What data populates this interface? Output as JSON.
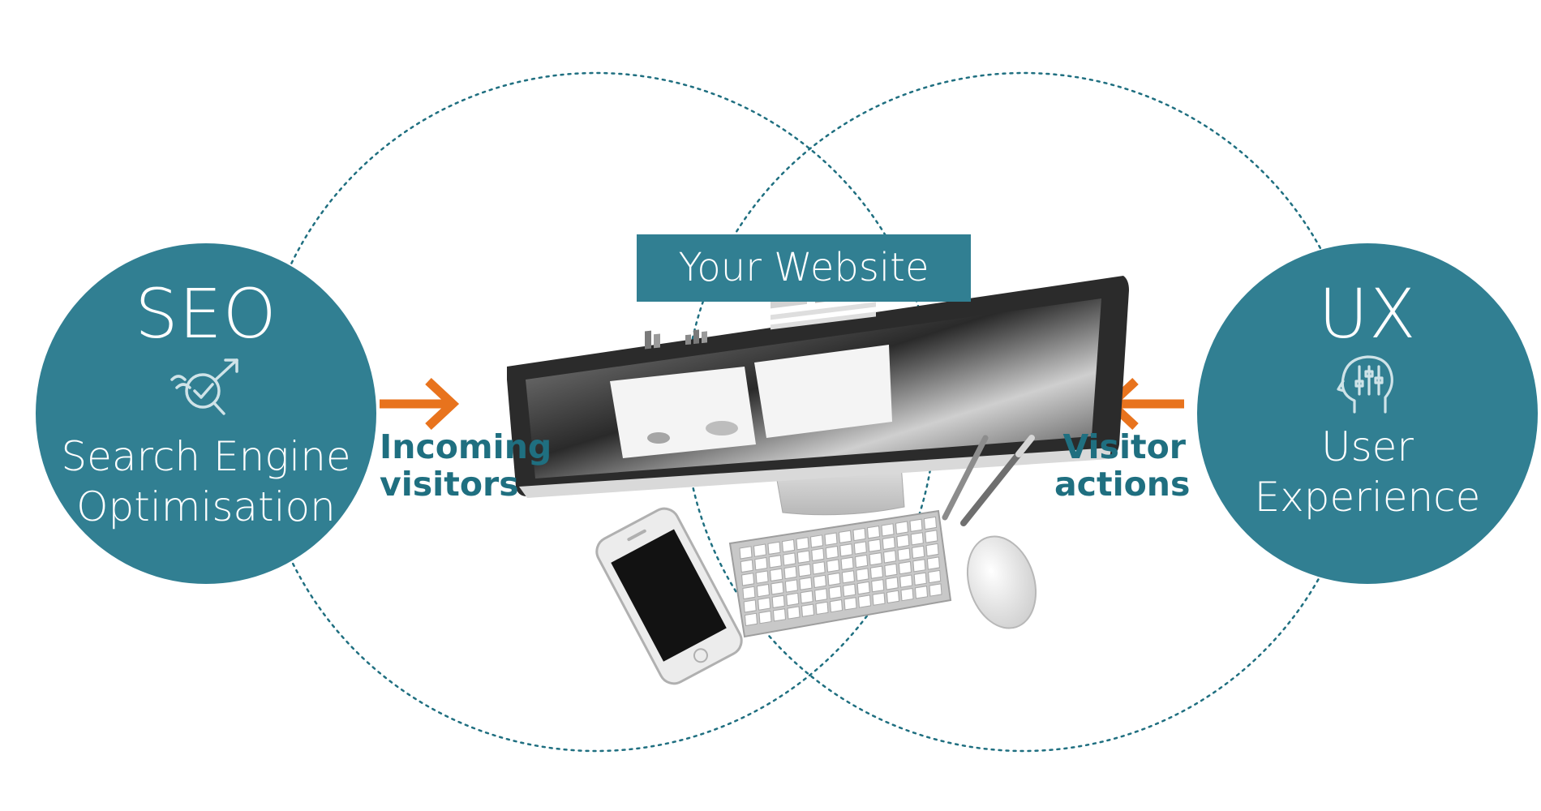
{
  "website_label": "Your Website",
  "left_circle": {
    "title": "SEO",
    "subtitle_line1": "Search Engine",
    "subtitle_line2": "Optimisation",
    "icon": "search-check-growth-icon"
  },
  "right_circle": {
    "title": "UX",
    "subtitle_line1": "User",
    "subtitle_line2": "Experience",
    "icon": "head-sliders-icon"
  },
  "incoming": {
    "line1": "Incoming",
    "line2": "visitors"
  },
  "actions": {
    "line1": "Visitor",
    "line2": "actions"
  },
  "colors": {
    "teal": "#317f92",
    "teal_text": "#1f6f80",
    "arrow": "#e8731d",
    "dotted": "#1f6f80"
  },
  "devices": [
    "monitor",
    "smartphone",
    "keyboard",
    "mouse",
    "pens"
  ]
}
